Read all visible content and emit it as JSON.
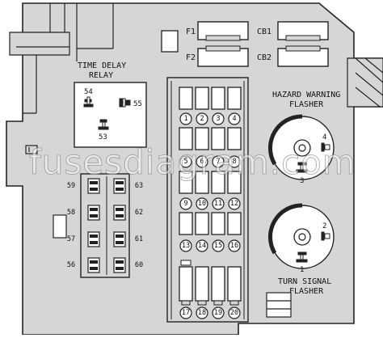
{
  "diagram": {
    "labels": {
      "f1": "F1",
      "f2": "F2",
      "cb1": "CB1",
      "cb2": "CB2",
      "time_delay_relay_line1": "TIME DELAY",
      "time_delay_relay_line2": "RELAY",
      "hazard_line1": "HAZARD WARNING",
      "hazard_line2": "FLASHER",
      "turn_line1": "TURN SIGNAL",
      "turn_line2": "FLASHER"
    },
    "relay_terminals": [
      "54",
      "55",
      "53"
    ],
    "flasher_terminals": {
      "hazard_pin": "4",
      "hazard_center": "3",
      "turn_pin": "2",
      "turn_center": "1"
    },
    "fuses": [
      "1",
      "2",
      "3",
      "4",
      "5",
      "6",
      "7",
      "8",
      "9",
      "10",
      "11",
      "12",
      "13",
      "14",
      "15",
      "16",
      "17",
      "18",
      "19",
      "20"
    ],
    "left_connectors": {
      "left_column": [
        "59",
        "58",
        "57",
        "56"
      ],
      "right_column": [
        "63",
        "62",
        "61",
        "60"
      ]
    },
    "watermark": "fusesdiagram.com",
    "colors": {
      "fill": "#d6d6d6",
      "line": "#222222",
      "white": "#ffffff"
    }
  }
}
